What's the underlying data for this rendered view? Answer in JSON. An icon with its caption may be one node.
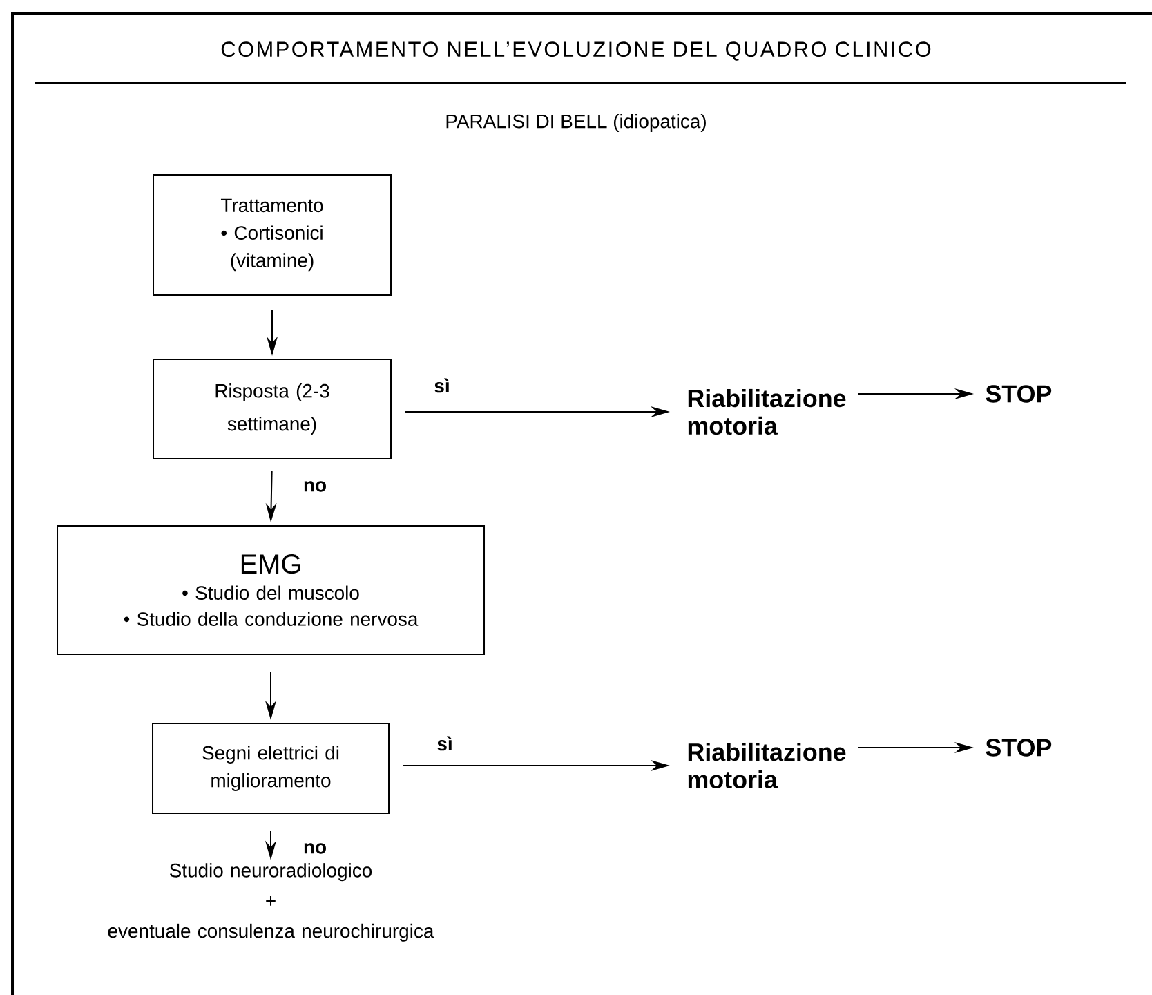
{
  "diagram": {
    "title": "COMPORTAMENTO NELL’EVOLUZIONE DEL QUADRO CLINICO",
    "nodes": [
      {
        "text": [
          "Trattamento",
          "• Cortisonici (vitamine)"
        ]
      },
      {
        "text": [
          "Risposta (2-3 settimane)"
        ]
      },
      {
        "text": [
          "Riabilitazione motoria"
        ]
      },
      {
        "text": [
          "STOP"
        ]
      },
      {
        "text": [
          "EMG",
          "• Studio del muscolo",
          "• Studio della conduzione nervosa"
        ]
      },
      {
        "text": [
          "Segni elettrici di miglioramento"
        ]
      },
      {
        "text": [
          "Riabilitazione motoria"
        ]
      },
      {
        "text": [
          "STOP"
        ]
      },
      {
        "text": [
          "Studio neuroradiologico",
          "+",
          "eventuale consulenza neurochirurgica"
        ]
      }
    ],
    "edges": [
      {
        "from": 0,
        "to": 1,
        "arrow": "to"
      },
      {
        "from": 1,
        "to": 2,
        "arrow": "to",
        "label": "sì"
      },
      {
        "from": 2,
        "to": 3,
        "arrow": "to"
      },
      {
        "from": 1,
        "to": 4,
        "arrow": "to",
        "label": "no"
      },
      {
        "from": 4,
        "to": 5,
        "arrow": "to"
      },
      {
        "from": 5,
        "to": 6,
        "arrow": "to",
        "label": "sì"
      },
      {
        "from": 6,
        "to": 7,
        "arrow": "to"
      },
      {
        "from": 5,
        "to": 8,
        "arrow": "to",
        "label": "no"
      }
    ],
    "labels": [
      "PARALISI DI BELL (idiopatica)"
    ]
  }
}
